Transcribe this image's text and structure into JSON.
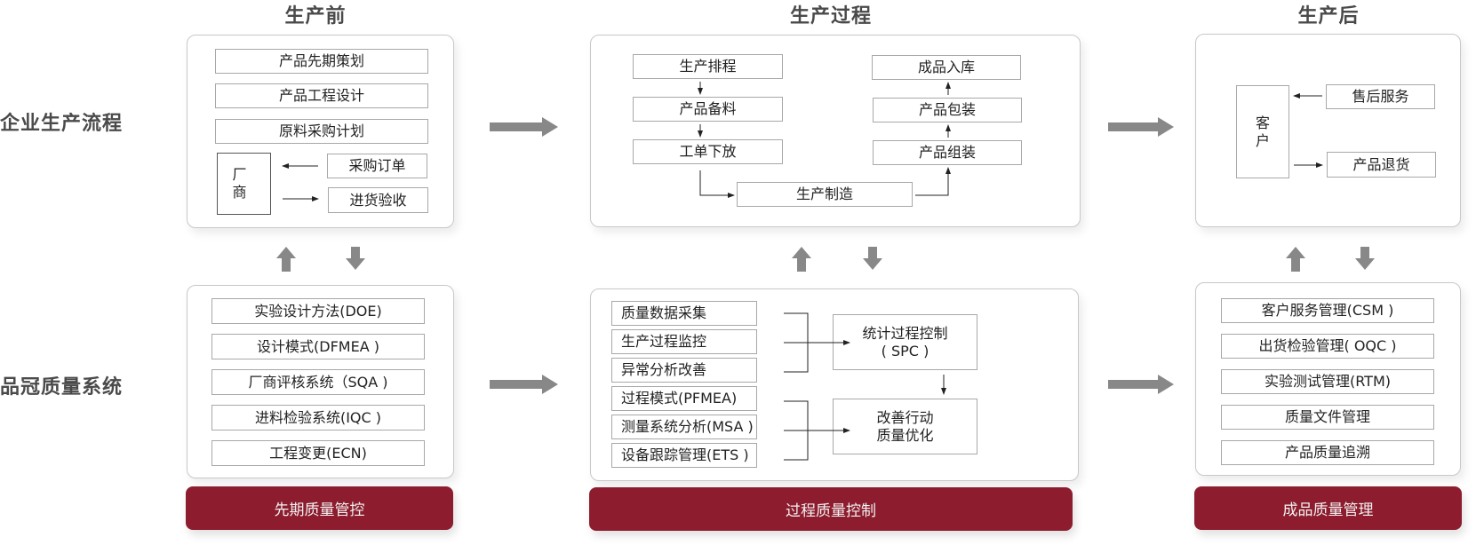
{
  "columns": {
    "pre": "生产前",
    "process": "生产过程",
    "post": "生产后"
  },
  "rows": {
    "production_flow": "企业生产流程",
    "quality_system": "品冠质量系统"
  },
  "pre_production": {
    "steps": [
      "产品先期策划",
      "产品工程设计",
      "原料采购计划"
    ],
    "vendor": [
      "厂",
      "商"
    ],
    "purchase_order": "采购订单",
    "receiving_inspection": "进货验收"
  },
  "production_process": {
    "left_steps": [
      "生产排程",
      "产品备料",
      "工单下放"
    ],
    "manufacturing": "生产制造",
    "right_steps": [
      "成品入库",
      "产品包装",
      "产品组装"
    ]
  },
  "post_production": {
    "customer": [
      "客",
      "户"
    ],
    "after_sales": "售后服务",
    "product_return": "产品退货"
  },
  "quality_pre": {
    "items": [
      "实验设计方法(DOE)",
      "设计模式(DFMEA )",
      "厂商评核系统（SQA )",
      "进料检验系统(IQC )",
      "工程变更(ECN)"
    ],
    "banner": "先期质量管控"
  },
  "quality_process": {
    "group1": [
      "质量数据采集",
      "生产过程监控",
      "异常分析改善"
    ],
    "group2": [
      "过程模式(PFMEA)",
      "测量系统分析(MSA )",
      "设备跟踪管理(ETS )"
    ],
    "spc": [
      "统计过程控制",
      "( SPC )"
    ],
    "improve": [
      "改善行动",
      "质量优化"
    ],
    "banner": "过程质量控制"
  },
  "quality_post": {
    "items": [
      "客户服务管理(CSM )",
      "出货检验管理( OQC )",
      "实验测试管理(RTM)",
      "质量文件管理",
      "产品质量追溯"
    ],
    "banner": "成品质量管理"
  },
  "colors": {
    "banner": "#8c1c2e",
    "arrow": "#888888",
    "title": "#4a4a4a"
  }
}
